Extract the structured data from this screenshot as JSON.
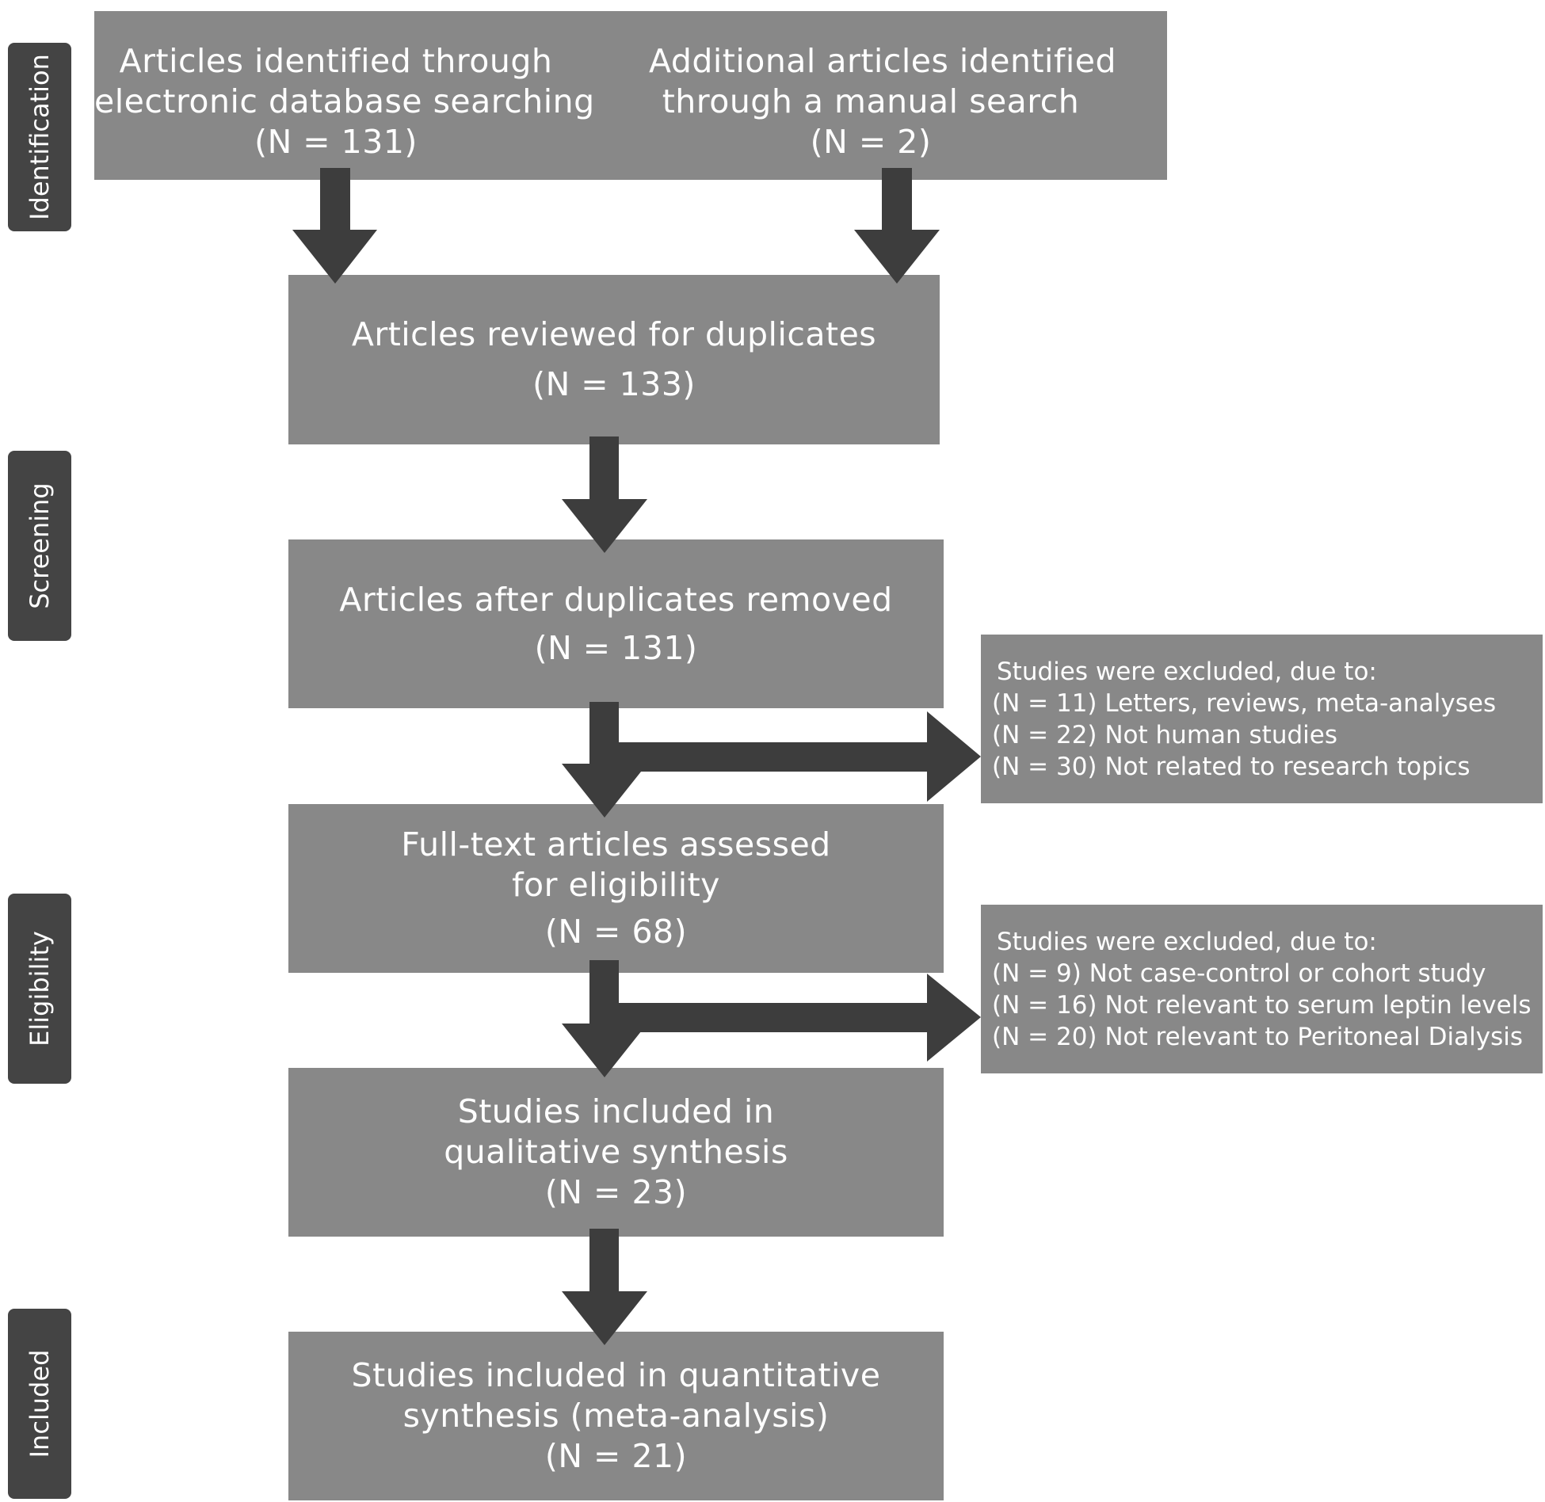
{
  "stages": [
    {
      "id": "identification",
      "label": "Identification"
    },
    {
      "id": "screening",
      "label": "Screening"
    },
    {
      "id": "eligibility",
      "label": "Eligibility"
    },
    {
      "id": "included",
      "label": "Included"
    }
  ],
  "identification_box": {
    "left": {
      "lines": [
        "Articles identified through",
        "electronic database searching",
        "(N = 131)"
      ]
    },
    "right": {
      "lines": [
        "Additional articles identified",
        "through a manual search",
        "(N = 2)"
      ]
    }
  },
  "reviewed_box": {
    "lines": [
      "Articles reviewed for duplicates",
      "(N = 133)"
    ]
  },
  "after_duplicates_box": {
    "lines": [
      "Articles after duplicates removed",
      "(N = 131)"
    ]
  },
  "fulltext_box": {
    "lines": [
      "Full-text articles assessed",
      "for eligibility",
      "(N = 68)"
    ]
  },
  "qualitative_box": {
    "lines": [
      "Studies included in",
      "qualitative synthesis",
      "(N = 23)"
    ]
  },
  "quantitative_box": {
    "lines": [
      "Studies included in quantitative",
      "synthesis (meta-analysis)",
      "(N = 21)"
    ]
  },
  "exclusion_1": {
    "heading": "Studies were excluded, due to:",
    "items": [
      "(N = 11) Letters, reviews,  meta-analyses",
      "(N = 22) Not human studies",
      "(N = 30) Not related to research topics"
    ]
  },
  "exclusion_2": {
    "heading": "Studies were excluded, due to:",
    "items": [
      "(N = 9) Not case-control or cohort study",
      "(N = 16) Not relevant to  serum leptin levels",
      "(N = 20) Not relevant to Peritoneal Dialysis"
    ]
  },
  "colors": {
    "box_fill": "#888888",
    "stage_fill": "#444444",
    "arrow": "#3d3d3d",
    "text": "#ffffff"
  }
}
